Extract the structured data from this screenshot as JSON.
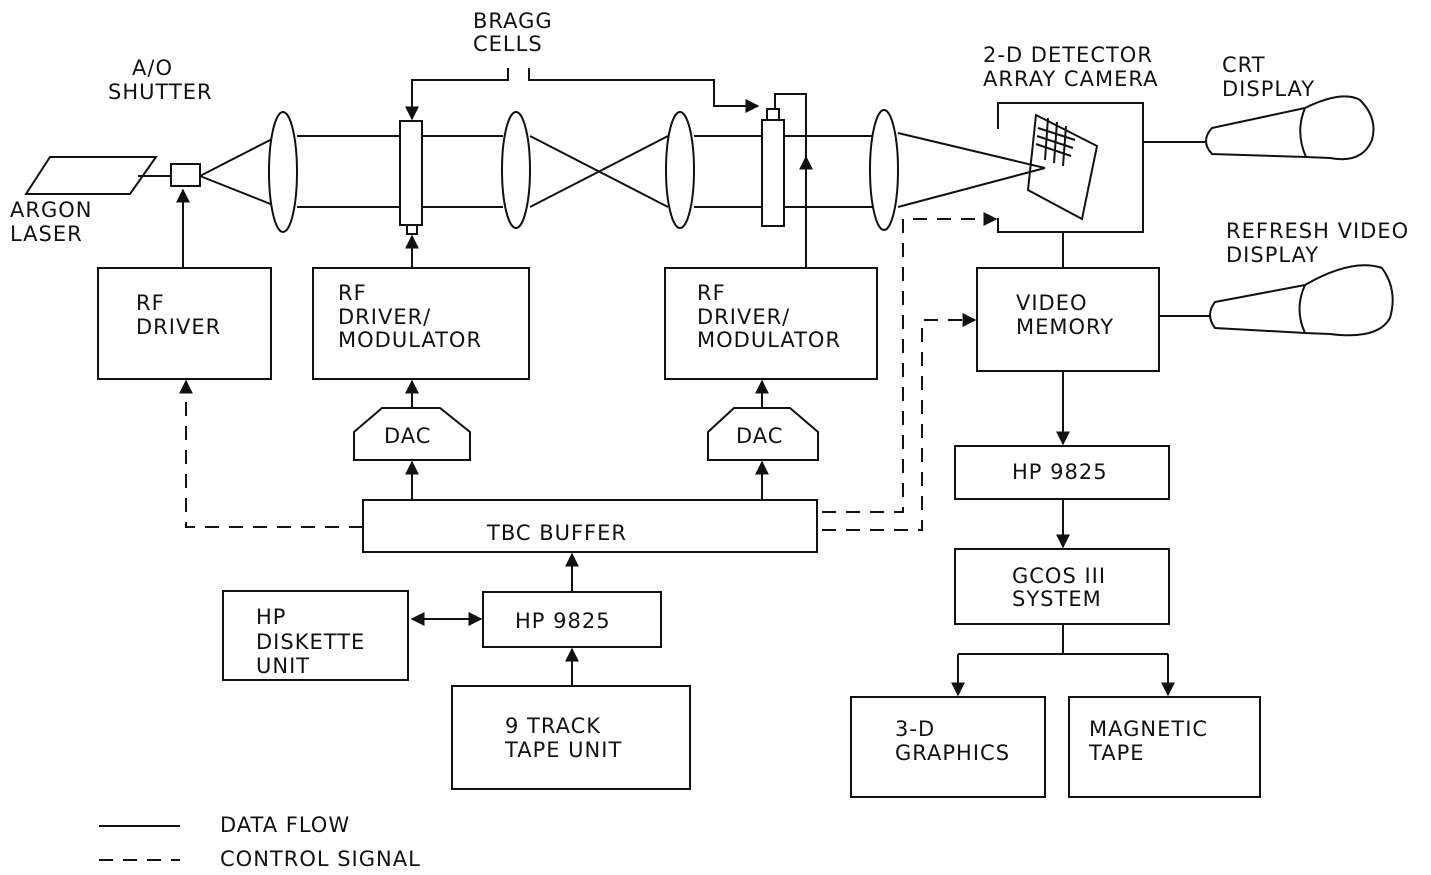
{
  "labels": {
    "bragg_cells": [
      "BRAGG",
      "CELLS"
    ],
    "ao_shutter": [
      "A/O",
      "SHUTTER"
    ],
    "argon_laser": [
      "ARGON",
      "LASER"
    ],
    "detector_camera": [
      "2-D DETECTOR",
      "ARRAY CAMERA"
    ],
    "crt_display": [
      "CRT",
      "DISPLAY"
    ],
    "refresh_display": [
      "REFRESH VIDEO",
      "DISPLAY"
    ]
  },
  "boxes": {
    "rf_driver": [
      "RF",
      "DRIVER"
    ],
    "rf_mod_1": [
      "RF",
      "DRIVER/",
      "MODULATOR"
    ],
    "rf_mod_2": [
      "RF",
      "DRIVER/",
      "MODULATOR"
    ],
    "dac_1": "DAC",
    "dac_2": "DAC",
    "tbc_buffer": "TBC BUFFER",
    "hp_diskette": [
      "HP",
      "DISKETTE",
      "UNIT"
    ],
    "hp_9825_left": "HP 9825",
    "tape_unit": [
      "9 TRACK",
      "TAPE UNIT"
    ],
    "video_memory": [
      "VIDEO",
      "MEMORY"
    ],
    "hp_9825_right": "HP 9825",
    "gcos": [
      "GCOS III",
      "SYSTEM"
    ],
    "graphics": [
      "3-D",
      "GRAPHICS"
    ],
    "magnetic_tape": [
      "MAGNETIC",
      "TAPE"
    ]
  },
  "legend": {
    "data_flow": "DATA FLOW",
    "control_signal": "CONTROL SIGNAL"
  }
}
